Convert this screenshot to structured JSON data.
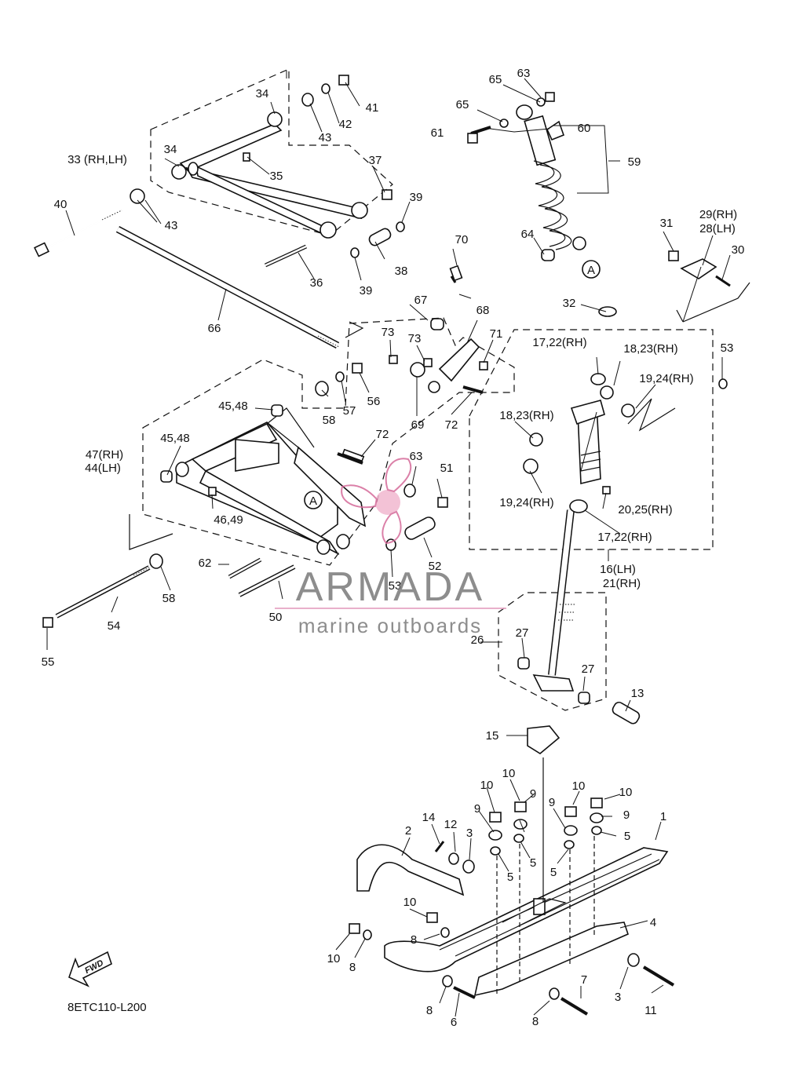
{
  "diagram": {
    "code": "8ETC110-L200",
    "fwd_label": "FWD",
    "ref_marker": "A"
  },
  "watermark": {
    "brand": "ARMADA",
    "tagline": "marine outboards"
  },
  "callouts": [
    {
      "id": "c1",
      "text": "1"
    },
    {
      "id": "c2",
      "text": "2"
    },
    {
      "id": "c3a",
      "text": "3"
    },
    {
      "id": "c3b",
      "text": "3"
    },
    {
      "id": "c4",
      "text": "4"
    },
    {
      "id": "c5a",
      "text": "5"
    },
    {
      "id": "c5b",
      "text": "5"
    },
    {
      "id": "c5c",
      "text": "5"
    },
    {
      "id": "c5d",
      "text": "5"
    },
    {
      "id": "c6",
      "text": "6"
    },
    {
      "id": "c7",
      "text": "7"
    },
    {
      "id": "c8a",
      "text": "8"
    },
    {
      "id": "c8b",
      "text": "8"
    },
    {
      "id": "c8c",
      "text": "8"
    },
    {
      "id": "c8d",
      "text": "8"
    },
    {
      "id": "c9a",
      "text": "9"
    },
    {
      "id": "c9b",
      "text": "9"
    },
    {
      "id": "c9c",
      "text": "9"
    },
    {
      "id": "c9d",
      "text": "9"
    },
    {
      "id": "c10a",
      "text": "10"
    },
    {
      "id": "c10b",
      "text": "10"
    },
    {
      "id": "c10c",
      "text": "10"
    },
    {
      "id": "c10d",
      "text": "10"
    },
    {
      "id": "c10e",
      "text": "10"
    },
    {
      "id": "c10f",
      "text": "10"
    },
    {
      "id": "c11",
      "text": "11"
    },
    {
      "id": "c12",
      "text": "12"
    },
    {
      "id": "c13",
      "text": "13"
    },
    {
      "id": "c14",
      "text": "14"
    },
    {
      "id": "c15",
      "text": "15"
    },
    {
      "id": "c16",
      "text": "16(LH)"
    },
    {
      "id": "c21",
      "text": "21(RH)"
    },
    {
      "id": "c1722a",
      "text": "17,22(RH)"
    },
    {
      "id": "c1722b",
      "text": "17,22(RH)"
    },
    {
      "id": "c1823a",
      "text": "18,23(RH)"
    },
    {
      "id": "c1823b",
      "text": "18,23(RH)"
    },
    {
      "id": "c1924a",
      "text": "19,24(RH)"
    },
    {
      "id": "c1924b",
      "text": "19,24(RH)"
    },
    {
      "id": "c2025",
      "text": "20,25(RH)"
    },
    {
      "id": "c26",
      "text": "26"
    },
    {
      "id": "c27a",
      "text": "27"
    },
    {
      "id": "c27b",
      "text": "27"
    },
    {
      "id": "c29",
      "text": "29(RH)"
    },
    {
      "id": "c28",
      "text": "28(LH)"
    },
    {
      "id": "c30",
      "text": "30"
    },
    {
      "id": "c31",
      "text": "31"
    },
    {
      "id": "c32",
      "text": "32"
    },
    {
      "id": "c33",
      "text": "33 (RH,LH)"
    },
    {
      "id": "c34a",
      "text": "34"
    },
    {
      "id": "c34b",
      "text": "34"
    },
    {
      "id": "c35",
      "text": "35"
    },
    {
      "id": "c36",
      "text": "36"
    },
    {
      "id": "c37",
      "text": "37"
    },
    {
      "id": "c38",
      "text": "38"
    },
    {
      "id": "c39a",
      "text": "39"
    },
    {
      "id": "c39b",
      "text": "39"
    },
    {
      "id": "c40",
      "text": "40"
    },
    {
      "id": "c41",
      "text": "41"
    },
    {
      "id": "c42",
      "text": "42"
    },
    {
      "id": "c43a",
      "text": "43"
    },
    {
      "id": "c43b",
      "text": "43"
    },
    {
      "id": "c4548a",
      "text": "45,48"
    },
    {
      "id": "c4548b",
      "text": "45,48"
    },
    {
      "id": "c4649",
      "text": "46,49"
    },
    {
      "id": "c47",
      "text": "47(RH)"
    },
    {
      "id": "c44",
      "text": "44(LH)"
    },
    {
      "id": "c50",
      "text": "50"
    },
    {
      "id": "c51",
      "text": "51"
    },
    {
      "id": "c52",
      "text": "52"
    },
    {
      "id": "c53a",
      "text": "53"
    },
    {
      "id": "c53b",
      "text": "53"
    },
    {
      "id": "c54",
      "text": "54"
    },
    {
      "id": "c55",
      "text": "55"
    },
    {
      "id": "c56",
      "text": "56"
    },
    {
      "id": "c57",
      "text": "57"
    },
    {
      "id": "c58a",
      "text": "58"
    },
    {
      "id": "c58b",
      "text": "58"
    },
    {
      "id": "c59",
      "text": "59"
    },
    {
      "id": "c60",
      "text": "60"
    },
    {
      "id": "c61",
      "text": "61"
    },
    {
      "id": "c62",
      "text": "62"
    },
    {
      "id": "c63a",
      "text": "63"
    },
    {
      "id": "c63b",
      "text": "63"
    },
    {
      "id": "c64",
      "text": "64"
    },
    {
      "id": "c65a",
      "text": "65"
    },
    {
      "id": "c65b",
      "text": "65"
    },
    {
      "id": "c66",
      "text": "66"
    },
    {
      "id": "c67",
      "text": "67"
    },
    {
      "id": "c68",
      "text": "68"
    },
    {
      "id": "c69",
      "text": "69"
    },
    {
      "id": "c70",
      "text": "70"
    },
    {
      "id": "c71",
      "text": "71"
    },
    {
      "id": "c72a",
      "text": "72"
    },
    {
      "id": "c72b",
      "text": "72"
    },
    {
      "id": "c73a",
      "text": "73"
    },
    {
      "id": "c73b",
      "text": "73"
    }
  ]
}
